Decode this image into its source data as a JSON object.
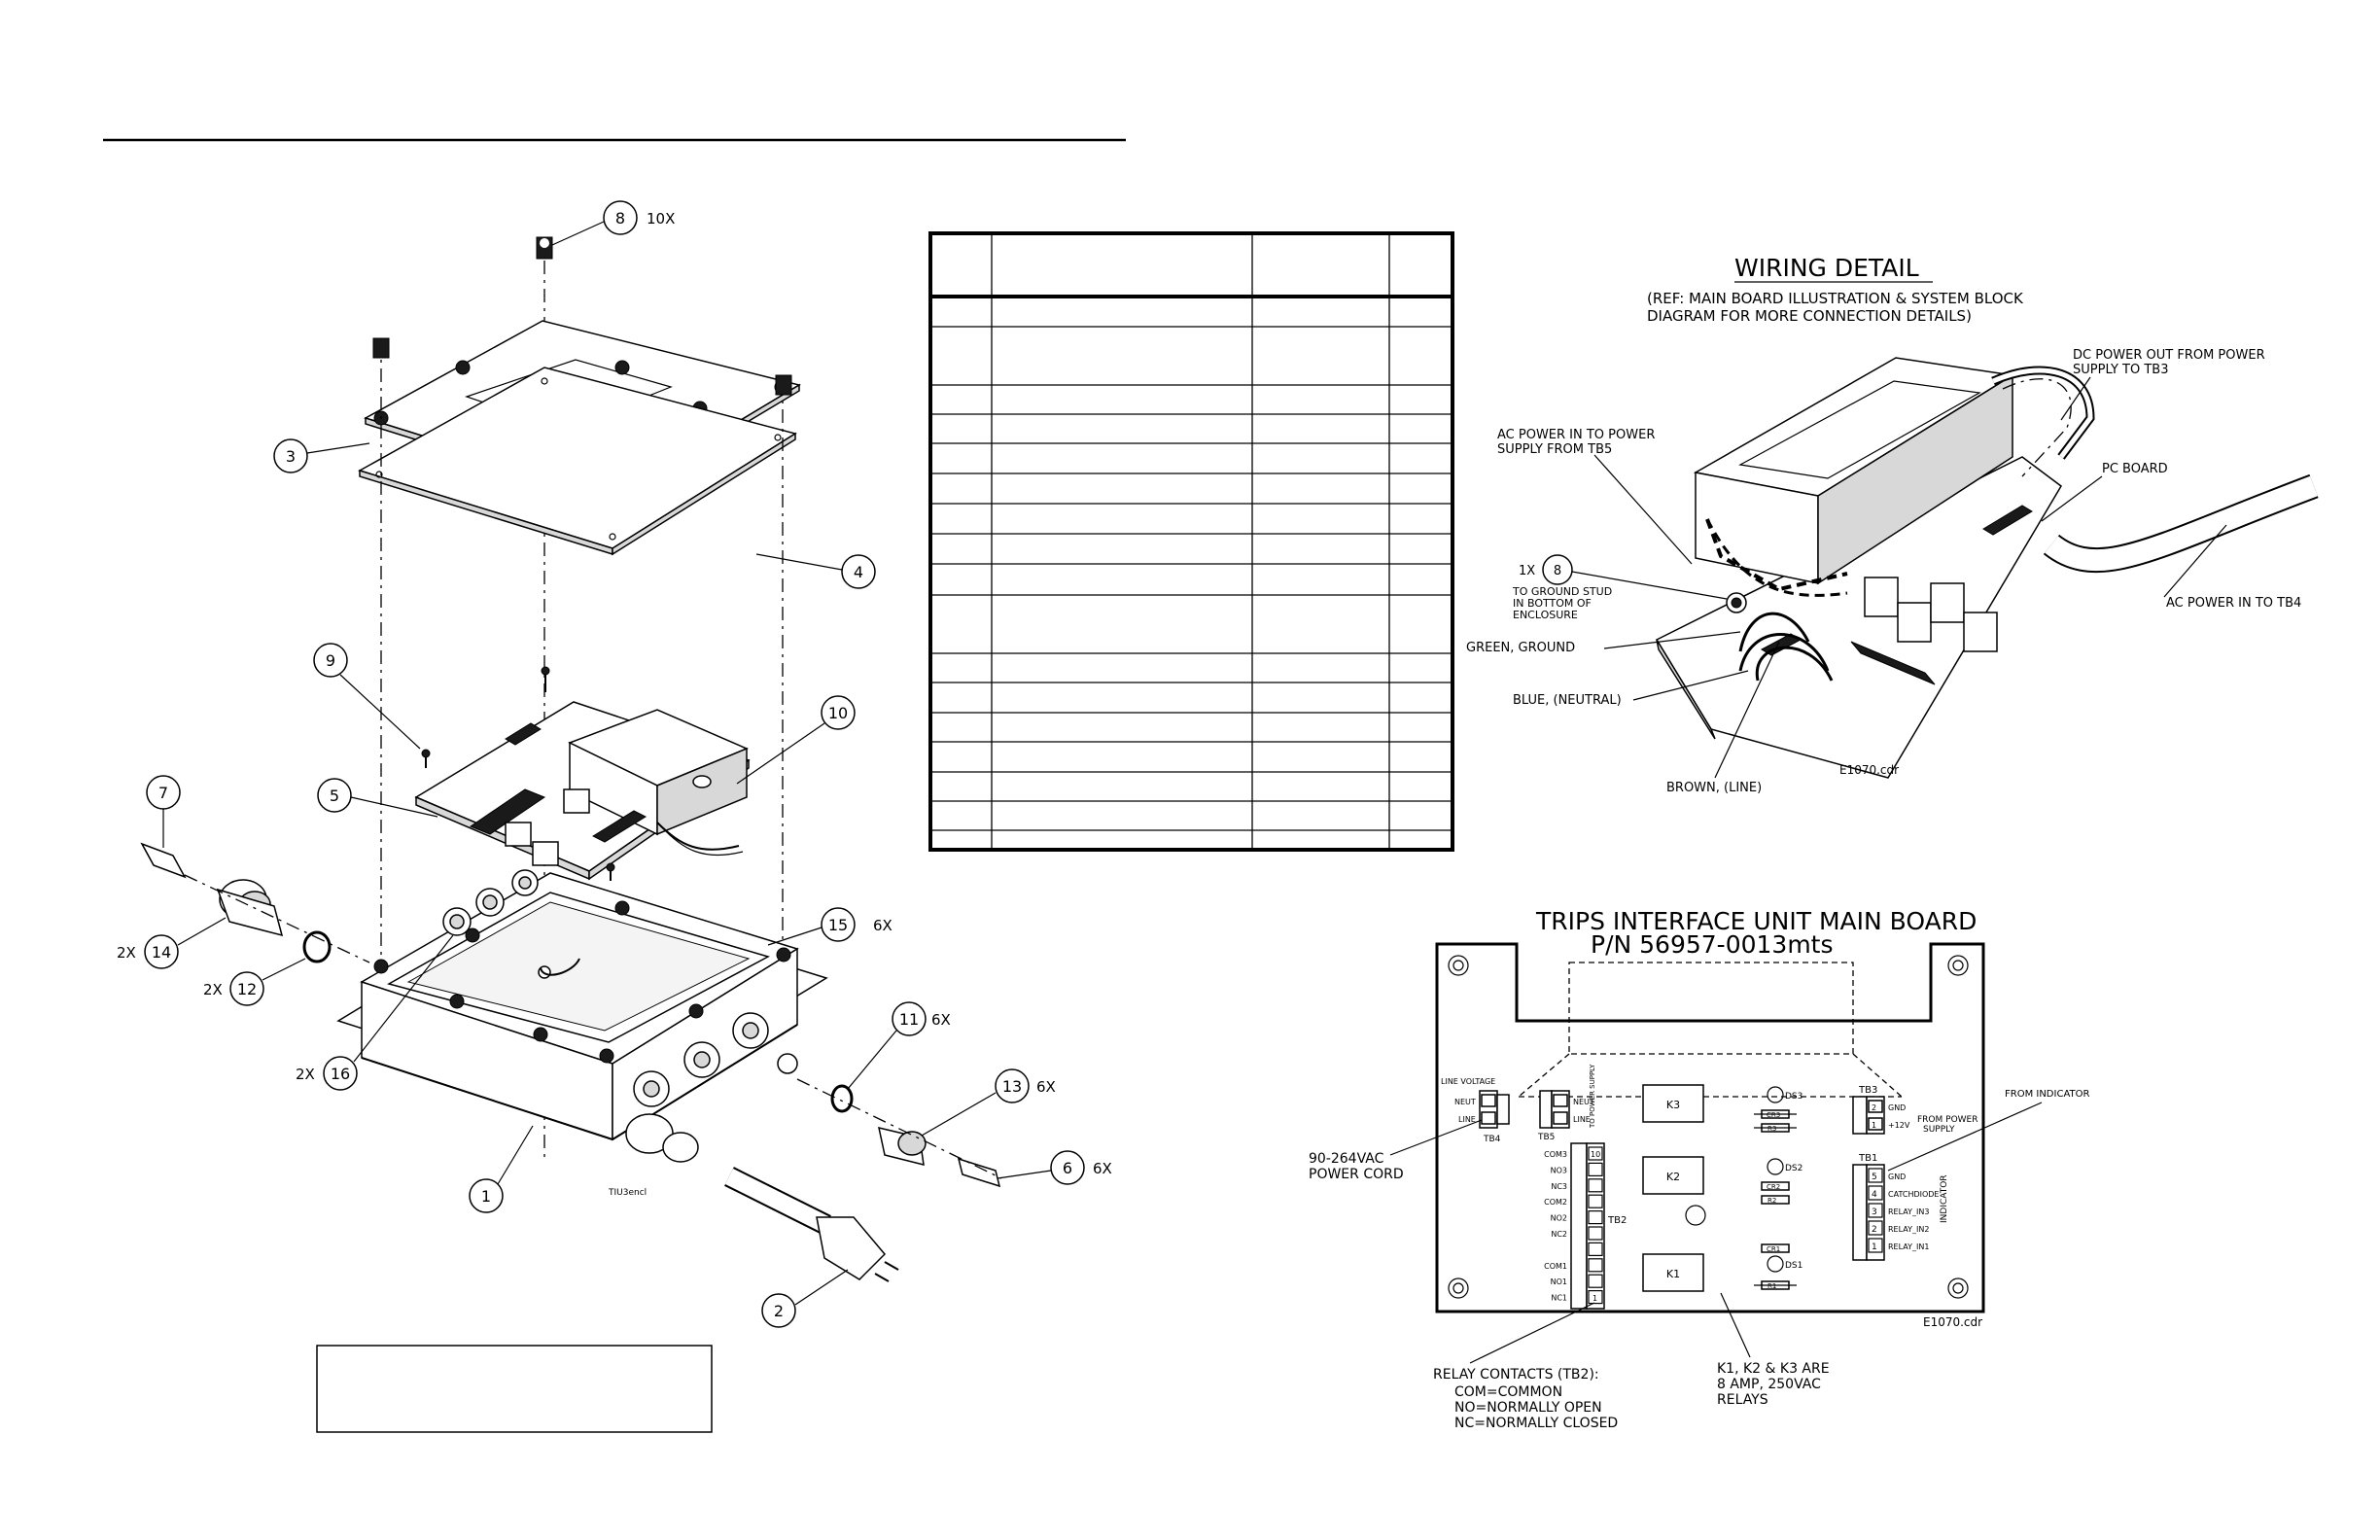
{
  "exploded_view": {
    "callouts": [
      {
        "id": "c8",
        "num": "8",
        "qty": "10X"
      },
      {
        "id": "c3",
        "num": "3",
        "qty": ""
      },
      {
        "id": "c4",
        "num": "4",
        "qty": ""
      },
      {
        "id": "c9",
        "num": "9",
        "qty": ""
      },
      {
        "id": "c10",
        "num": "10",
        "qty": ""
      },
      {
        "id": "c5",
        "num": "5",
        "qty": ""
      },
      {
        "id": "c7",
        "num": "7",
        "qty": ""
      },
      {
        "id": "c14",
        "num": "14",
        "qty": "2X"
      },
      {
        "id": "c12",
        "num": "12",
        "qty": "2X"
      },
      {
        "id": "c15",
        "num": "15",
        "qty": "6X"
      },
      {
        "id": "c16",
        "num": "16",
        "qty": "2X"
      },
      {
        "id": "c11",
        "num": "11",
        "qty": "6X"
      },
      {
        "id": "c13",
        "num": "13",
        "qty": "6X"
      },
      {
        "id": "c6",
        "num": "6",
        "qty": "6X"
      },
      {
        "id": "c1",
        "num": "1",
        "qty": ""
      },
      {
        "id": "c2",
        "num": "2",
        "qty": ""
      }
    ],
    "drawing_id": "TIU3encl"
  },
  "wiring_detail": {
    "title": "WIRING DETAIL",
    "ref_line1": "(REF: MAIN BOARD ILLUSTRATION & SYSTEM BLOCK",
    "ref_line2": "DIAGRAM FOR MORE CONNECTION DETAILS)",
    "dc_power_line1": "DC POWER OUT FROM POWER",
    "dc_power_line2": "SUPPLY TO TB3",
    "ac_power_line1": "AC POWER IN TO POWER",
    "ac_power_line2": "SUPPLY FROM TB5",
    "pc_board": "PC BOARD",
    "qty_1x": "1X",
    "callout_8": "8",
    "ground_stud_line1": "TO GROUND STUD",
    "ground_stud_line2": "IN BOTTOM OF",
    "ground_stud_line3": "ENCLOSURE",
    "green_ground": "GREEN, GROUND",
    "blue_neutral": "BLUE, (NEUTRAL)",
    "brown_line": "BROWN, (LINE)",
    "ac_power_tb4": "AC POWER IN TO TB4",
    "file_name": "E1070.cdr"
  },
  "main_board": {
    "title_line1": "TRIPS INTERFACE UNIT MAIN BOARD",
    "title_line2": "P/N 56957-0013mts",
    "line_voltage": "LINE VOLTAGE",
    "neut": "NEUT",
    "line": "LINE",
    "tb4": "TB4",
    "tb5": "TB5",
    "to_power_supply": "TO POWER SUPPLY",
    "tb3": "TB3",
    "gnd": "GND",
    "plus12v": "+12V",
    "from_power_line1": "FROM POWER",
    "from_power_line2": "SUPPLY",
    "tb1": "TB1",
    "from_indicator": "FROM INDICATOR",
    "indicator": "INDICATOR",
    "tb1_pins": [
      "GND",
      "CATCHDIODE",
      "RELAY_IN3",
      "RELAY_IN2",
      "RELAY_IN1"
    ],
    "tb1_nums": [
      "5",
      "4",
      "3",
      "2",
      "1"
    ],
    "tb2": "TB2",
    "tb2_pins": [
      "COM3",
      "NO3",
      "NC3",
      "COM2",
      "NO2",
      "NC2",
      "",
      "COM1",
      "NO1",
      "NC1"
    ],
    "tb2_top": "10",
    "tb2_bottom": "1",
    "k3": "K3",
    "k2": "K2",
    "k1": "K1",
    "ds3": "DS3",
    "ds2": "DS2",
    "ds1": "DS1",
    "cr3": "CR3",
    "cr2": "CR2",
    "cr1": "CR1",
    "r3": "R3",
    "r2": "R2",
    "r1": "R1",
    "power_cord_line1": "90-264VAC",
    "power_cord_line2": "POWER CORD",
    "relay_contacts": "RELAY CONTACTS (TB2):",
    "com_def": "COM=COMMON",
    "no_def": "NO=NORMALLY OPEN",
    "nc_def": "NC=NORMALLY CLOSED",
    "relays_line1": "K1, K2 & K3 ARE",
    "relays_line2": "8 AMP, 250VAC",
    "relays_line3": "RELAYS",
    "file_name": "E1070.cdr"
  },
  "parts_table": {
    "rows": 17
  }
}
